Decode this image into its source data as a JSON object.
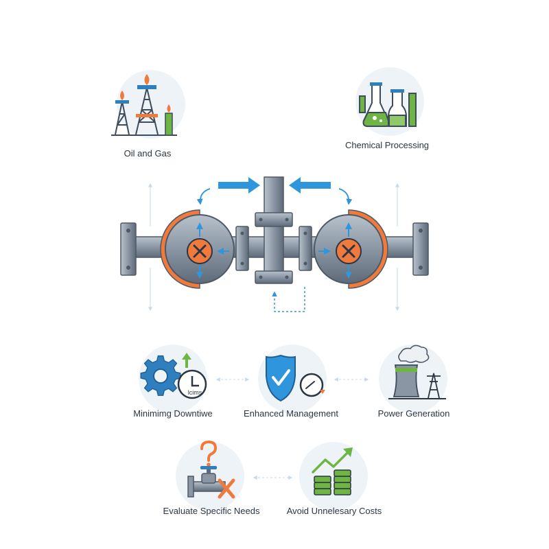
{
  "labels": {
    "oil_gas": "Oil and Gas",
    "chemical": "Chemical Processing",
    "downtime": "Minimimg Downtiwe",
    "management": "Enhanced Management",
    "power": "Power Generation",
    "evaluate": "Evaluate Specific Needs",
    "costs": "Avoid Unnelesary Costs"
  },
  "icon_texts": {
    "clock_badge": "lcims"
  },
  "icons": [
    "oil-rig-icon",
    "chemical-flasks-icon",
    "gear-clock-icon",
    "shield-check-icon",
    "gauge-icon",
    "power-plant-icon",
    "valve-question-icon",
    "coins-growth-icon"
  ],
  "colors": {
    "steel": "#8a96a3",
    "steel_dark": "#5f6b78",
    "accent_orange": "#f07a3c",
    "accent_blue": "#2f95dd",
    "green": "#6fb543",
    "icon_bg": "#eef3f8"
  }
}
